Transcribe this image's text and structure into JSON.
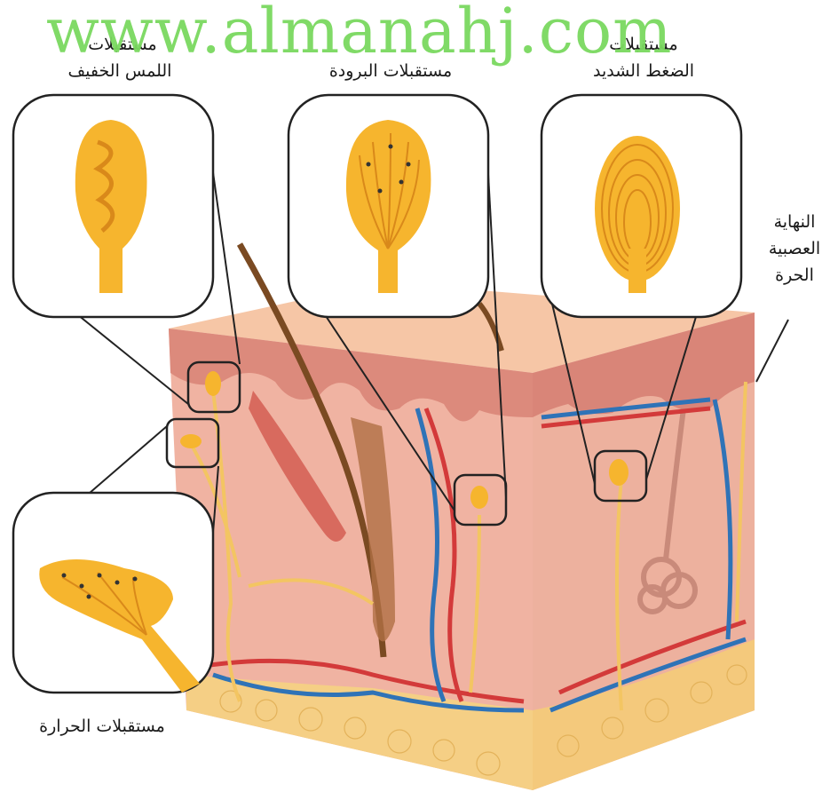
{
  "watermark": "www.almanahj.com",
  "labels": {
    "light_touch_l1": "مستقبلات",
    "light_touch_l2": "اللمس الخفيف",
    "cold": "مستقبلات البرودة",
    "pressure_l1": "مستقبلات",
    "pressure_l2": "الضغط الشديد",
    "free_nerve_l1": "النهاية",
    "free_nerve_l2": "العصبية",
    "free_nerve_l3": "الحرة",
    "heat": "مستقبلات الحرارة"
  },
  "colors": {
    "skin_top": "#f6c6a6",
    "epidermis": "#e79a8a",
    "dermis": "#f2b9a6",
    "fat": "#f5cf85",
    "receptor": "#f6b52e",
    "nerve": "#f3c562",
    "artery": "#d33a3a",
    "vein": "#2f73b7",
    "hair": "#7a4a22"
  },
  "icons": [
    "light-touch-receptor-icon",
    "cold-receptor-icon",
    "pressure-receptor-icon",
    "heat-receptor-icon"
  ]
}
